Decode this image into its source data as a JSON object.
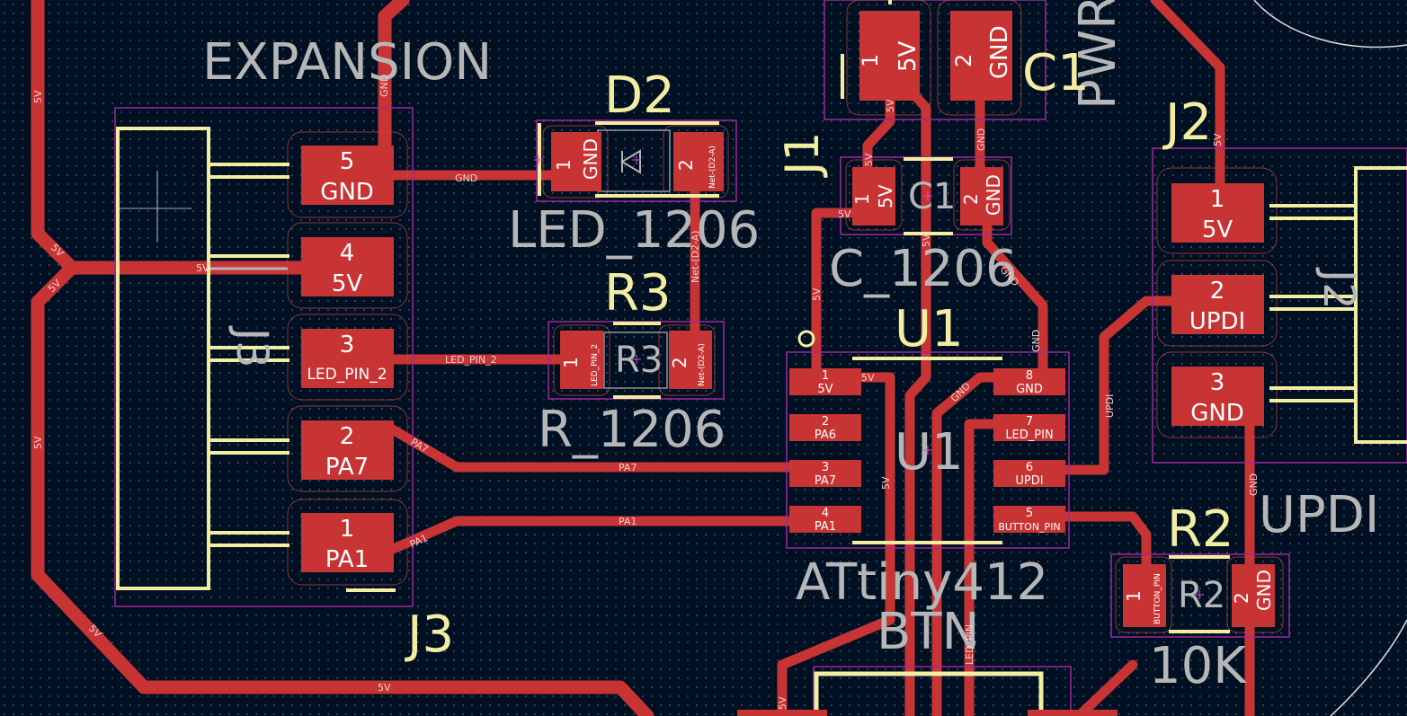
{
  "board": {
    "background": "#001023",
    "colors": {
      "copper": "#c83434",
      "silkscreen": "#f2eda1",
      "fab_text": "#b6b6b6",
      "courtyard": "#a0279b",
      "pad_text": "#ffffff",
      "net_text": "#f0d0d0"
    }
  },
  "labels": {
    "expansion": "EXPANSION",
    "led_1206": "LED_1206",
    "r_1206": "R_1206",
    "c_1206": "C_1206",
    "attiny": "ATtiny412",
    "btn": "BTN",
    "updi_title": "UPDI",
    "pwr": "PWR",
    "tenk": "10K",
    "u1_fab": "U1",
    "j2_fab": "J2",
    "j3_fab": "J3"
  },
  "refdes": {
    "d2": "D2",
    "r3": "R3",
    "c1": "C1",
    "j1": "J1",
    "j2": "J2",
    "u1": "U1",
    "r2": "R2",
    "j3": "J3"
  },
  "body_text": {
    "c1": "C1",
    "r3": "R3",
    "r2": "R2"
  },
  "pads": {
    "j3": [
      {
        "num": "5",
        "net": "GND"
      },
      {
        "num": "4",
        "net": "5V"
      },
      {
        "num": "3",
        "net": "LED_PIN_2"
      },
      {
        "num": "2",
        "net": "PA7"
      },
      {
        "num": "1",
        "net": "PA1"
      }
    ],
    "j2": [
      {
        "num": "1",
        "net": "5V"
      },
      {
        "num": "2",
        "net": "UPDI"
      },
      {
        "num": "3",
        "net": "GND"
      }
    ],
    "j1": [
      {
        "num": "1",
        "net": "5V"
      },
      {
        "num": "2",
        "net": "GND"
      }
    ],
    "d2": [
      {
        "num": "1",
        "net": "GND"
      },
      {
        "num": "2",
        "net": "Net-(D2-A)"
      }
    ],
    "r3": [
      {
        "num": "1",
        "net": "LED_PIN_2"
      },
      {
        "num": "2",
        "net": "Net-(D2-A)"
      }
    ],
    "c1": [
      {
        "num": "1",
        "net": "5V"
      },
      {
        "num": "2",
        "net": "GND"
      }
    ],
    "r2": [
      {
        "num": "1",
        "net": "BUTTON_PIN"
      },
      {
        "num": "2",
        "net": "GND"
      }
    ],
    "u1": [
      {
        "num": "1",
        "net": "5V"
      },
      {
        "num": "2",
        "net": "PA6"
      },
      {
        "num": "3",
        "net": "PA7"
      },
      {
        "num": "4",
        "net": "PA1"
      },
      {
        "num": "5",
        "net": "BUTTON_PIN"
      },
      {
        "num": "6",
        "net": "UPDI"
      },
      {
        "num": "7",
        "net": "LED_PIN"
      },
      {
        "num": "8",
        "net": "GND"
      }
    ]
  },
  "trace_nets": {
    "gnd": "GND",
    "v5": "5V",
    "led_pin_2": "LED_PIN_2",
    "pa7": "PA7",
    "pa1": "PA1",
    "updi": "UPDI",
    "led_pin": "LED_PIN",
    "d2a": "Net-(D2-A)"
  }
}
